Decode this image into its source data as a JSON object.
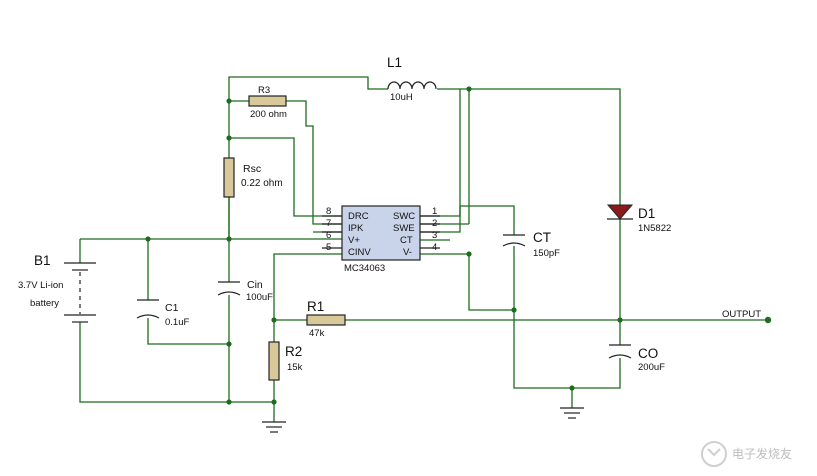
{
  "components": {
    "l1": {
      "ref": "L1",
      "value": "10uH"
    },
    "r3": {
      "ref": "R3",
      "value": "200 ohm"
    },
    "rsc": {
      "ref": "Rsc",
      "value": "0.22 ohm"
    },
    "b1": {
      "ref": "B1",
      "value": "3.7V Li-ion",
      "value2": "battery"
    },
    "c1": {
      "ref": "C1",
      "value": "0.1uF"
    },
    "cin": {
      "ref": "Cin",
      "value": "100uF"
    },
    "r1": {
      "ref": "R1",
      "value": "47k"
    },
    "r2": {
      "ref": "R2",
      "value": "15k"
    },
    "ct": {
      "ref": "CT",
      "value": "150pF"
    },
    "d1": {
      "ref": "D1",
      "value": "1N5822"
    },
    "co": {
      "ref": "CO",
      "value": "200uF"
    }
  },
  "ic": {
    "name": "MC34063",
    "left_pins": [
      {
        "num": "8",
        "label": "DRC"
      },
      {
        "num": "7",
        "label": "IPK"
      },
      {
        "num": "6",
        "label": "V+"
      },
      {
        "num": "5",
        "label": "CINV"
      }
    ],
    "right_pins": [
      {
        "num": "1",
        "label": "SWC"
      },
      {
        "num": "2",
        "label": "SWE"
      },
      {
        "num": "3",
        "label": "CT"
      },
      {
        "num": "4",
        "label": "V-"
      }
    ]
  },
  "output_label": "OUTPUT",
  "watermark": "电子发烧友",
  "colors": {
    "wire": "#1f6b1f",
    "resistor": "#d9c89a",
    "chip": "#c9d4ea"
  }
}
